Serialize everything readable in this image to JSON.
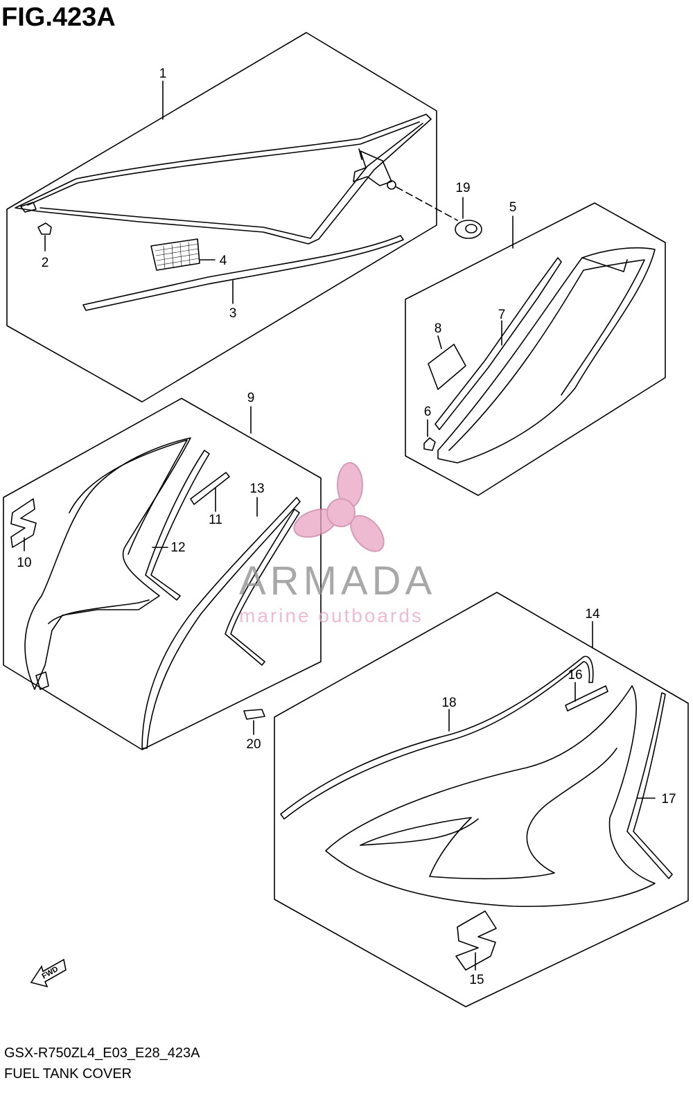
{
  "figure": {
    "title": "FIG.423A"
  },
  "footer": {
    "model_code": "GSX-R750ZL4_E03_E28_423A",
    "section_name": "FUEL TANK COVER"
  },
  "callouts": [
    "1",
    "2",
    "3",
    "4",
    "5",
    "6",
    "7",
    "8",
    "9",
    "10",
    "11",
    "12",
    "13",
    "14",
    "15",
    "16",
    "17",
    "18",
    "19",
    "20"
  ],
  "watermark": {
    "brand": "ARMADA",
    "tagline": "marine outboards",
    "color": "#e8a3c4"
  },
  "direction_marker": {
    "label": "FWD",
    "icon": "fwd-arrow-icon"
  },
  "colors": {
    "line": "#000000",
    "background": "#ffffff"
  }
}
